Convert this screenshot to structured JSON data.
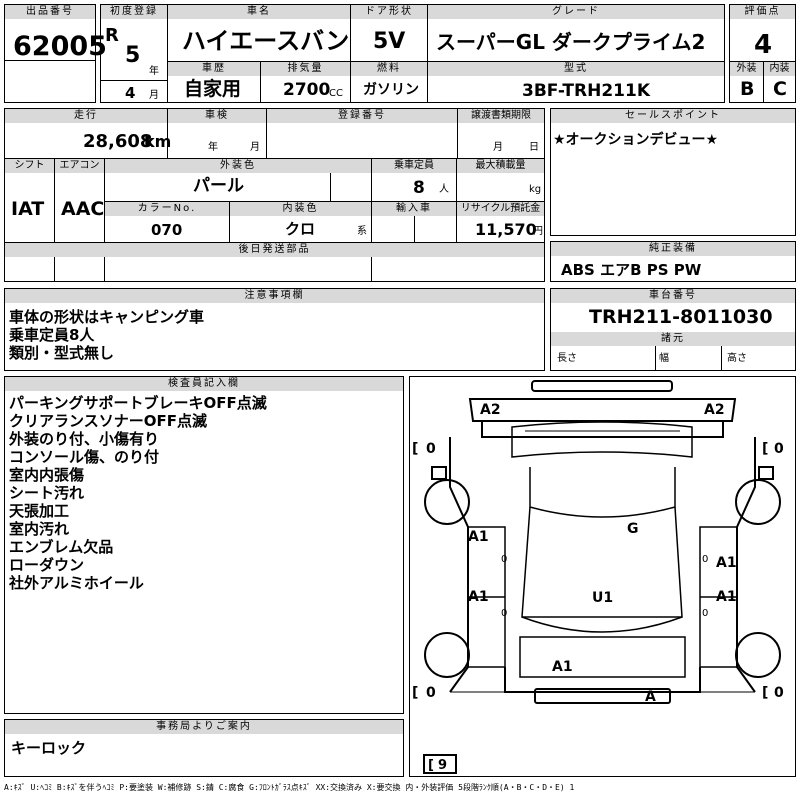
{
  "header": {
    "lot_no_label": "出品番号",
    "lot_no": "62005",
    "first_reg_label": "初度登録",
    "era": "R",
    "year_num": "5",
    "year_unit": "年",
    "month_num": "4",
    "month_unit": "月",
    "car_name_label": "車名",
    "car_name": "ハイエースバン",
    "doors_label": "ドア形状",
    "doors": "5V",
    "grade_label": "グレード",
    "grade": "スーパーGL ダークプライム2",
    "score_label": "評価点",
    "score": "4",
    "history_label": "車歴",
    "history": "自家用",
    "displacement_label": "排気量",
    "displacement": "2700",
    "displacement_unit": "CC",
    "fuel_label": "燃料",
    "fuel": "ガソリン",
    "model_label": "型式",
    "model": "3BF-TRH211K",
    "exterior_label": "外装",
    "exterior": "B",
    "interior_label": "内装",
    "interior": "C"
  },
  "info": {
    "mileage_label": "走行",
    "mileage": "28,608",
    "mileage_unit": "km",
    "inspection_label": "車検",
    "insp_year_unit": "年",
    "insp_month_unit": "月",
    "reg_no_label": "登録番号",
    "transfer_label": "譲渡書類期限",
    "transfer_month_unit": "月",
    "transfer_day_unit": "日",
    "shift_label": "シフト",
    "shift": "IAT",
    "ac_label": "エアコン",
    "ac": "AAC",
    "color_label": "外装色",
    "color": "パール",
    "capacity_label": "乗車定員",
    "capacity": "8",
    "capacity_unit": "人",
    "load_label": "最大積載量",
    "load_unit": "kg",
    "color_no_label": "カラーNo.",
    "color_no": "070",
    "int_color_label": "内装色",
    "int_color": "クロ",
    "int_color_unit": "系",
    "import_label": "輸入車",
    "recycle_label": "リサイクル預託金",
    "recycle": "11,570",
    "recycle_unit": "円",
    "later_parts_label": "後日発送部品"
  },
  "sales_point_label": "セールスポイント",
  "sales_point": "★オークションデビュー★",
  "equipment_label": "純正装備",
  "equipment": "ABS エアB PS PW",
  "notes_label": "注意事項欄",
  "notes": [
    "車体の形状はキャンピング車",
    "乗車定員8人",
    "類別・型式無し"
  ],
  "chassis_label": "車台番号",
  "chassis": "TRH211-8011030",
  "dims_label": "諸元",
  "dims": {
    "length": "長さ",
    "width": "幅",
    "height": "高さ"
  },
  "inspector_label": "検査員記入欄",
  "inspector": [
    "パーキングサポートブレーキOFF点滅",
    "クリアランスソナーOFF点滅",
    "外装のり付、小傷有り",
    "コンソール傷、のり付",
    "室内内張傷",
    "シート汚れ",
    "天張加工",
    "室内汚れ",
    "エンブレム欠品",
    "ローダウン",
    "社外アルミホイール"
  ],
  "office_label": "事務局よりご案内",
  "office": "キーロック",
  "diagram": {
    "a2_left": "A2",
    "a2_right": "A2",
    "tire_fl": "0",
    "tire_fr": "0",
    "tire_rl": "0",
    "tire_rr": "0",
    "a1_1": "A1",
    "a1_2": "A1",
    "a1_3": "A1",
    "a1_4": "A1",
    "a1_5": "A1",
    "glass": "G",
    "u1": "U1",
    "a_rear": "A",
    "zero_l1": "0",
    "zero_r1": "0",
    "zero_l2": "0",
    "zero_r2": "0",
    "spare": "9"
  },
  "legend": "A:ｷｽﾞ U:ﾍｺﾐ B:ｷｽﾞを伴うﾍｺﾐ P:要塗装 W:補修跡 S:錆 C:腐食 G:ﾌﾛﾝﾄｶﾞﾗｽ点ｷｽﾞ XX:交換済み X:要交換 内・外装評価 5段階ﾗﾝｸ順(A・B・C・D・E) 1"
}
